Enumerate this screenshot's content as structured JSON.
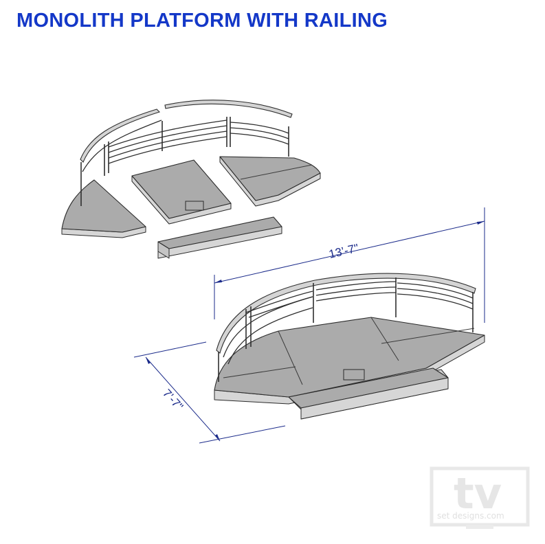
{
  "title": "MONOLITH PLATFORM WITH RAILING",
  "dimensions": {
    "width": "13’-7\"",
    "depth": "7’-7\""
  },
  "watermark": {
    "logo_text": "tv",
    "sub_text": "set designs.com"
  },
  "colors": {
    "title": "#1438c8",
    "dimension_lines": "#1a2a8a",
    "platform_top": "#ababab",
    "platform_side": "#d6d6d6"
  }
}
